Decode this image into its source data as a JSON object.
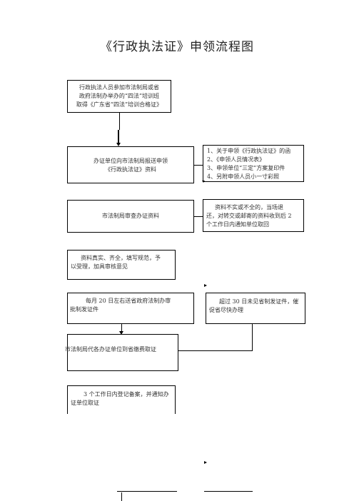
{
  "title": "《行政执法证》申领流程图",
  "steps": {
    "training": [
      "行政执法人员参加市法制局或省",
      "政府法制办举办的“四法”培训班",
      "取得《广东省“四法”培训合格证》"
    ],
    "submit": [
      "办证单位向市法制局报送申领",
      "《行政执法证》资料"
    ],
    "materials": [
      "1、关于申领《行政执法证》的函",
      "2、《申领人员情况表》",
      "3、申领单位“三定”方案复印件",
      "4、另附申领人员小一寸彩照"
    ],
    "review": "市法制局审查办证资料",
    "incomplete": [
      "资料不实或不全的，当场退",
      "还，对转交或邮寄的资料收到后 2",
      "个工作日内通知单位取回"
    ],
    "accept": [
      "资料真实、齐全，填写规范，予",
      "以受理，加具审核意见"
    ],
    "monthly": [
      "每月 20 日左右送省政府法制办审",
      "批制发证件"
    ],
    "overdue": [
      "超过 30 日未见省制发证件，催",
      "促省尽快办理"
    ],
    "collect": "市法制局代各办证单位到省缴费取证",
    "register": [
      "3 个工作日内登记备案，并通知办",
      "证单位取证"
    ]
  }
}
